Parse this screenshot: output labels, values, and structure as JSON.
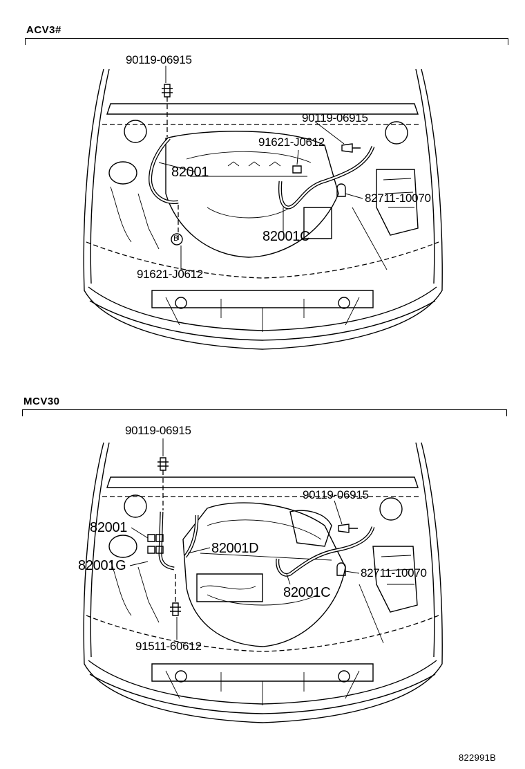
{
  "figure_id": "822991B",
  "sections": [
    {
      "title": "ACV3#",
      "labels": {
        "bolt_top": "90119-06915",
        "bolt_right": "90119-06915",
        "clamp_center": "91621-J0612",
        "wire_left": "82001",
        "clamp_right": "82711-10070",
        "wire_center": "82001C",
        "clamp_bottom": "91621-J0612",
        "callout_b": "B"
      }
    },
    {
      "title": "MCV30",
      "labels": {
        "bolt_top": "90119-06915",
        "bolt_right": "90119-06915",
        "wire_left": "82001",
        "wire_d": "82001D",
        "wire_g": "82001G",
        "clamp_right": "82711-10070",
        "wire_center": "82001C",
        "bolt_bottom": "91511-60612"
      }
    }
  ]
}
